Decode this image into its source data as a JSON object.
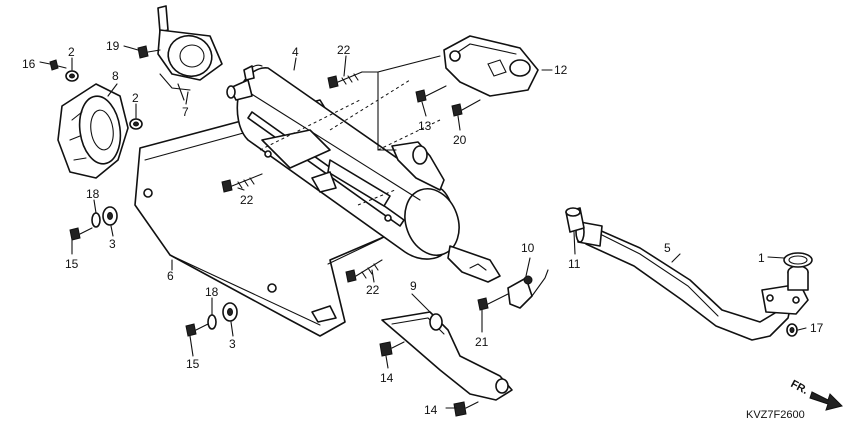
{
  "callouts": [
    {
      "id": "c1",
      "label": "1"
    },
    {
      "id": "c2a",
      "label": "2"
    },
    {
      "id": "c2b",
      "label": "2"
    },
    {
      "id": "c3a",
      "label": "3"
    },
    {
      "id": "c3b",
      "label": "3"
    },
    {
      "id": "c4",
      "label": "4"
    },
    {
      "id": "c5",
      "label": "5"
    },
    {
      "id": "c6",
      "label": "6"
    },
    {
      "id": "c7",
      "label": "7"
    },
    {
      "id": "c8",
      "label": "8"
    },
    {
      "id": "c9",
      "label": "9"
    },
    {
      "id": "c10",
      "label": "10"
    },
    {
      "id": "c11",
      "label": "11"
    },
    {
      "id": "c12",
      "label": "12"
    },
    {
      "id": "c13",
      "label": "13"
    },
    {
      "id": "c14a",
      "label": "14"
    },
    {
      "id": "c14b",
      "label": "14"
    },
    {
      "id": "c15a",
      "label": "15"
    },
    {
      "id": "c15b",
      "label": "15"
    },
    {
      "id": "c16",
      "label": "16"
    },
    {
      "id": "c17",
      "label": "17"
    },
    {
      "id": "c18a",
      "label": "18"
    },
    {
      "id": "c18b",
      "label": "18"
    },
    {
      "id": "c19",
      "label": "19"
    },
    {
      "id": "c20",
      "label": "20"
    },
    {
      "id": "c21",
      "label": "21"
    },
    {
      "id": "c22a",
      "label": "22"
    },
    {
      "id": "c22b",
      "label": "22"
    },
    {
      "id": "c22c",
      "label": "22"
    }
  ],
  "direction_indicator": {
    "text": "FR.",
    "icon": "arrow-down-right-icon"
  },
  "diagram_code": "KVZ7F2600"
}
